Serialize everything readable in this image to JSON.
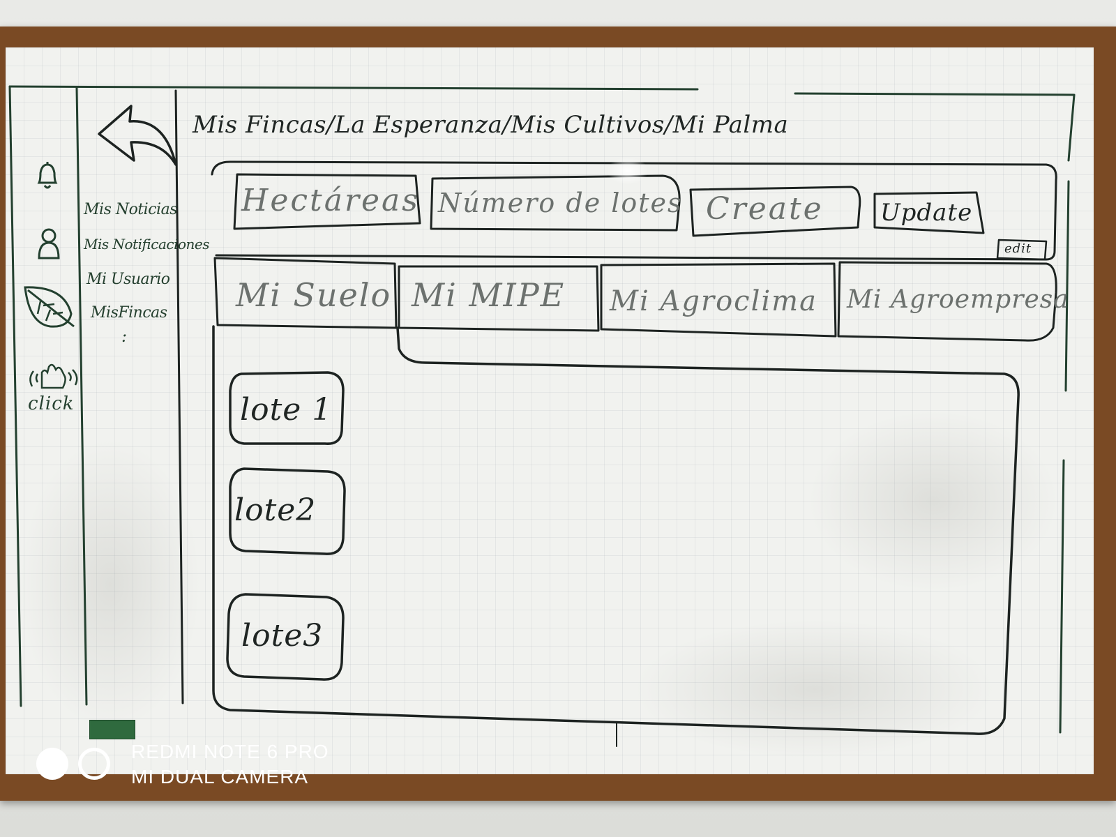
{
  "breadcrumb": {
    "text": "Mis Fincas/La Esperanza/Mis Cultivos/Mi Palma"
  },
  "sidebar": {
    "items": [
      {
        "label": "Mis Noticias"
      },
      {
        "label": "Mis Notificaciones"
      },
      {
        "label": "Mi Usuario"
      },
      {
        "label": "MisFincas"
      }
    ],
    "more": ":",
    "click_label": "click"
  },
  "info_bar": {
    "hectareas": "Hectáreas",
    "numero_lotes": "Número de lotes",
    "create": "Create",
    "update": "Update",
    "edit": "edit"
  },
  "tabs": [
    {
      "label": "Mi Suelo"
    },
    {
      "label": "Mi MIPE"
    },
    {
      "label": "Mi Agroclima"
    },
    {
      "label": "Mi Agroempresa"
    }
  ],
  "lotes": [
    {
      "label": "lote 1"
    },
    {
      "label": "lote2"
    },
    {
      "label": "lote3"
    }
  ],
  "camera_watermark": {
    "line1": "REDMI NOTE 6 PRO",
    "line2": "MI DUAL CAMERA"
  },
  "icons": {
    "back": "back-arrow-icon",
    "bell": "bell-icon",
    "user": "user-icon",
    "leaf": "leaf-icon",
    "click": "hand-click-icon"
  },
  "colors": {
    "marker_black": "#1d2321",
    "marker_green": "#23402f",
    "frame": "#7a4a24",
    "board": "#f1f2ef"
  }
}
